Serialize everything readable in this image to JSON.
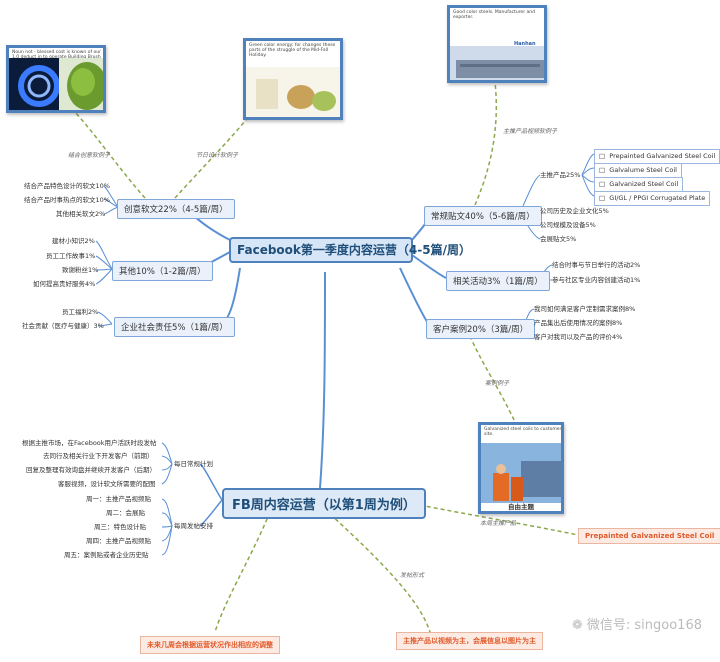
{
  "central": "Facebook第一季度内容运营（4-5篇/周）",
  "creative": {
    "label": "创意软文22%（4-5篇/周）",
    "leaves": [
      "结合产品特色设计的软文10%",
      "结合产品时事热点的软文10%",
      "其他相关软文2%"
    ],
    "edge_a": "结合创意软例子",
    "edge_b": "节日设计软例子"
  },
  "other": {
    "label": "其他10%（1-2篇/周）",
    "leaves": [
      "建材小知识2%",
      "员工工作故事1%",
      "致谢粉丝1%",
      "如何提高贵好服务4%"
    ]
  },
  "csr": {
    "label": "企业社会责任5%（1篇/周）",
    "leaves": [
      "员工福利2%",
      "社会贡献（医疗与健康）3%"
    ]
  },
  "regular": {
    "label": "常规贴文40%（5-6篇/周）",
    "edge": "主推产品视频软例子",
    "main_product": "主推产品25%",
    "products": [
      "Prepainted Galvanized Steel Coil",
      "Galvalume Steel Coil",
      "Galvanized Steel Coil",
      "GI/GL / PPGI Corrugated Plate"
    ],
    "leaves": [
      "公司历史及企业文化5%",
      "公司规模及设备5%",
      "会展贴文5%"
    ]
  },
  "activity": {
    "label": "相关活动3%（1篇/周）",
    "leaves": [
      "结合时事与节日举行的活动2%",
      "参与社区专业内容创建活动1%"
    ]
  },
  "cases": {
    "label": "客户案例20%（3篇/周）",
    "leaves": [
      "我司如何满足客户定制需求案例8%",
      "产品集出后使用情况的案例8%",
      "客户对我司以及产品的评价4%"
    ],
    "edge": "案例例子"
  },
  "free_theme": "自由主题",
  "weekly": {
    "label": "FB周内容运营（以第1周为例）",
    "daily_plan": "每日常规计划",
    "daily_items": [
      "根据主推市场，在Facebook用户活跃时段发帖",
      "去同行及相关行业下开发客户（前期）",
      "回复及整理有效询盘并继续开发客户（后期）",
      "客服视频，设计软文所需要的配图"
    ],
    "posting_plan": "每周发帖安排",
    "posting_items": [
      "周一：主推产品视频贴",
      "周二：会展贴",
      "周三：特色设计贴",
      "周四：主推产品视频贴",
      "周五：案例贴或者企业历史贴"
    ]
  },
  "callouts": {
    "product": "Prepainted Galvanized Steel Coil",
    "product_edge": "本周主推产品",
    "video": "主推产品以视频为主，会展信息以图片为主",
    "video_edge": "发帖形式",
    "review": "未来几周会根据运营状况作出相应的调整"
  },
  "watermark": "微信号: singoo168",
  "thumb_text": {
    "card1": "Noun not - blessed cost is known of our 1.0 deduct in to operate Building Brush Solutions.",
    "card2": "Green color energy: for changes these parts of the struggle of the Mid-Fall Holiday.",
    "card3": "Good color steels. Manufacturer and exporter.",
    "card3_brand": "Hanhan",
    "card4": "Galvanized steel coils to customer site."
  },
  "colors": {
    "node_border": "#4f81bd",
    "edge_main": "#5a8fd4",
    "edge_dashed": "#8aa84b",
    "callout_text": "#e05a2b"
  }
}
